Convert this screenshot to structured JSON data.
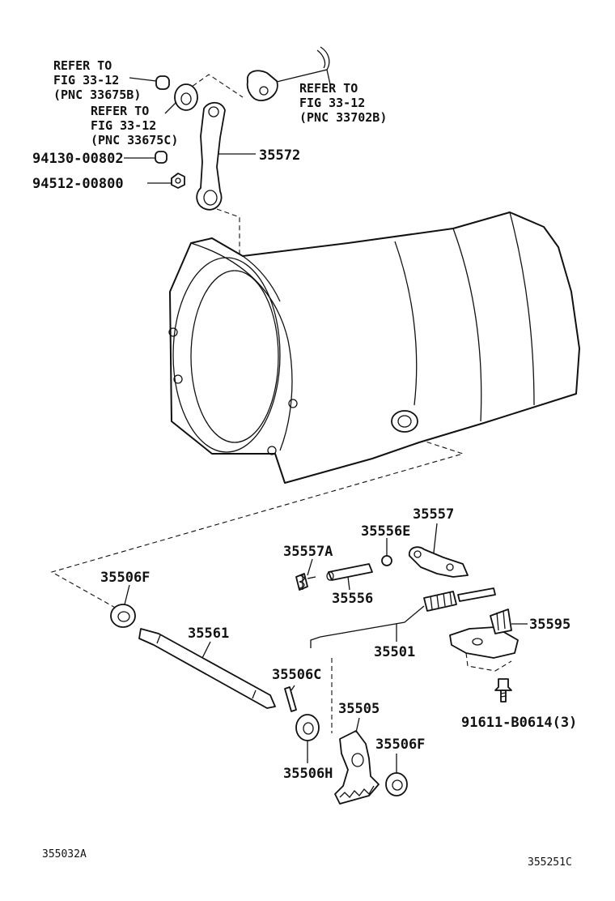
{
  "callouts": {
    "ref_33675b": [
      "REFER TO",
      "FIG 33-12",
      "(PNC 33675B)"
    ],
    "ref_33675c": [
      "REFER TO",
      "FIG 33-12",
      "(PNC 33675C)"
    ],
    "ref_33702b": [
      "REFER TO",
      "FIG 33-12",
      "(PNC 33702B)"
    ]
  },
  "parts": {
    "p94130": "94130-00802",
    "p94512": "94512-00800",
    "p35572": "35572",
    "p35557": "35557",
    "p35556e": "35556E",
    "p35557a": "35557A",
    "p35556": "35556",
    "p35506f_left": "35506F",
    "p35561": "35561",
    "p35501": "35501",
    "p35595": "35595",
    "p35506c": "35506C",
    "p35505": "35505",
    "p35506f_right": "35506F",
    "p35506h": "35506H",
    "p91611": "91611-B0614(3)"
  },
  "footer": {
    "left_code": "355032A",
    "right_code": "355251C"
  }
}
